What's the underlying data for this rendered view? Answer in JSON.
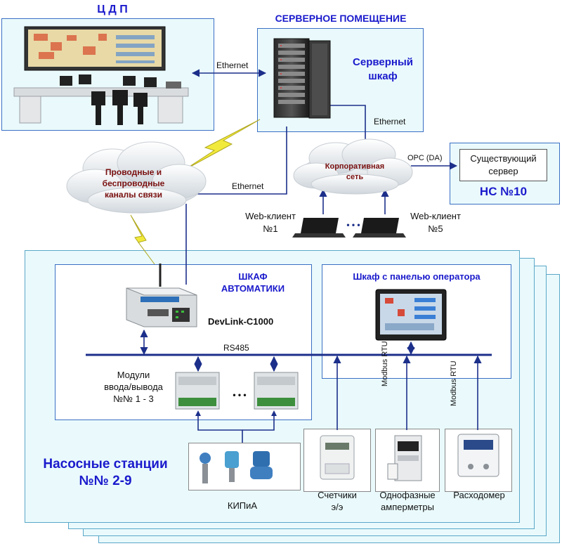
{
  "cdp": {
    "title": "Ц Д П"
  },
  "server_room": {
    "title": "СЕРВЕРНОЕ ПОМЕЩЕНИЕ",
    "cabinet_label_1": "Серверный",
    "cabinet_label_2": "шкаф"
  },
  "links": {
    "ethernet_cdp": "Ethernet",
    "ethernet_server": "Ethernet",
    "ethernet_channels": "Ethernet",
    "opc": "OPC (DA)",
    "rs485": "RS485",
    "modbus_1": "Modbus RTU",
    "modbus_2": "Modbus RTU"
  },
  "clouds": {
    "channels": [
      "Проводные и",
      "беспроводные",
      "каналы связи"
    ],
    "corporate": [
      "Корпоративная",
      "сеть"
    ]
  },
  "existing_server": {
    "label_1": "Существующий",
    "label_2": "сервер",
    "station": "НС №10"
  },
  "web_clients": {
    "client1": [
      "Web-клиент",
      "№1"
    ],
    "dots": "• • •",
    "client5": [
      "Web-клиент",
      "№5"
    ]
  },
  "automation": {
    "title_1": "ШКАФ",
    "title_2": "АВТОМАТИКИ",
    "controller": "DevLink-C1000",
    "modules": [
      "Модули",
      "ввода/вывода",
      "№№ 1 - 3"
    ],
    "dots": "• • •"
  },
  "operator_panel": {
    "title": "Шкаф с панелью оператора"
  },
  "stations": {
    "title_1": "Насосные станции",
    "title_2": "№№ 2-9"
  },
  "devices": {
    "kipia": "КИПиА",
    "meters": [
      "Счетчики",
      "э/э"
    ],
    "ammeters": [
      "Однофазные",
      "амперметры"
    ],
    "flowmeter": "Расходомер"
  },
  "colors": {
    "panel_bg": "#eafafc",
    "panel_border": "#5aa7c8",
    "title": "#1a1acc",
    "link_line": "#1c2f8a",
    "bus": "#1c2f8a",
    "cloud_text": "#7a1010",
    "bolt": "#f2ea3a"
  }
}
